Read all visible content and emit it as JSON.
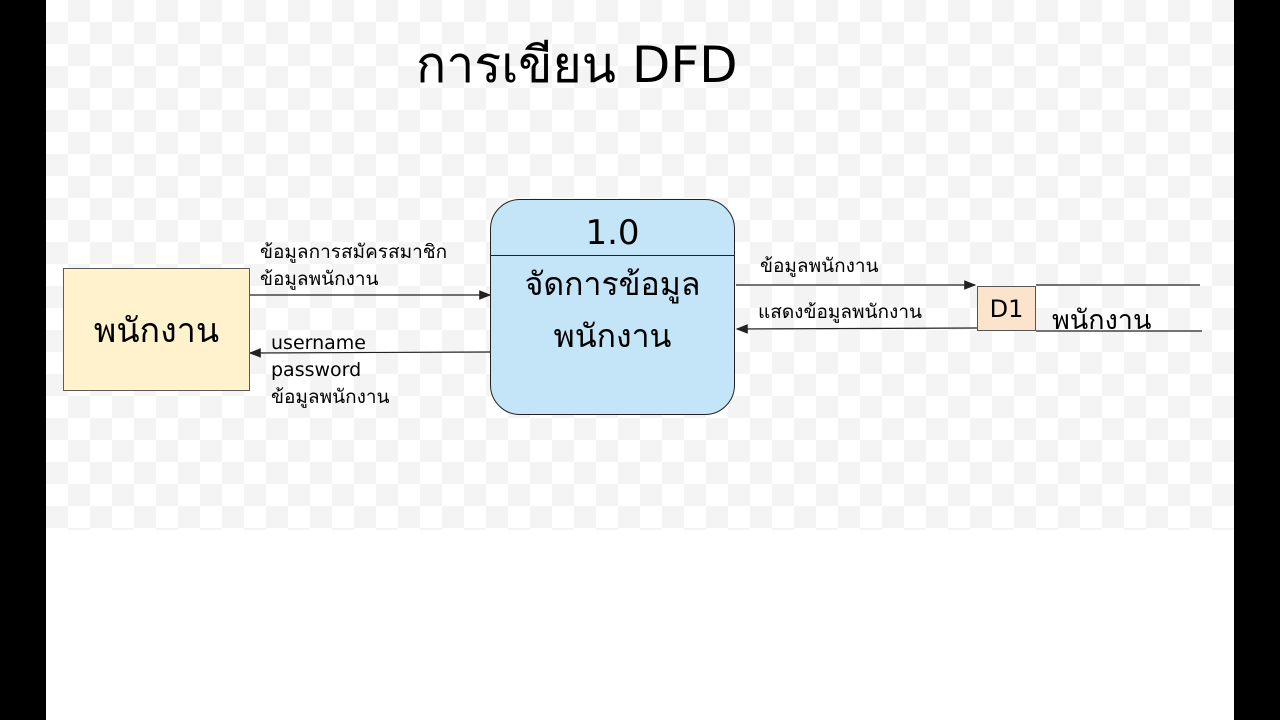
{
  "title": "การเขียน DFD",
  "external_entity": {
    "label": "พนักงาน"
  },
  "process": {
    "id": "1.0",
    "name_line1": "จัดการข้อมูล",
    "name_line2": "พนักงาน"
  },
  "data_store": {
    "id": "D1",
    "name": "พนักงาน"
  },
  "flows": {
    "entity_to_process": [
      "ข้อมูลการสมัครสมาชิก",
      "ข้อมูลพนักงาน"
    ],
    "process_to_entity": [
      "username",
      "password",
      "ข้อมูลพนักงาน"
    ],
    "process_to_store": [
      "ข้อมูลพนักงาน"
    ],
    "store_to_process": [
      "แสดงข้อมูลพนักงาน"
    ]
  }
}
